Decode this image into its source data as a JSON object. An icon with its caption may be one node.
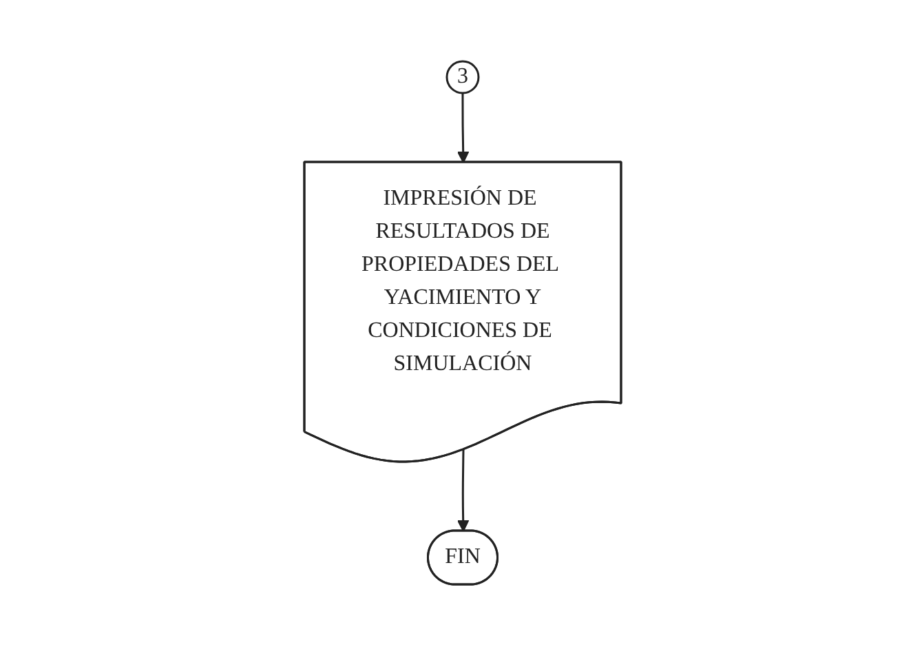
{
  "diagram": {
    "nodes": [
      {
        "text": [
          "3"
        ]
      },
      {
        "text": [
          "IMPRESIÓN DE RESULTADOS DE PROPIEDADES DEL YACIMIENTO Y CONDICIONES DE SIMULACIÓN"
        ]
      },
      {
        "text": [
          "FIN"
        ]
      }
    ],
    "edges": [
      {
        "from": 0,
        "to": 1,
        "arrow": "to"
      },
      {
        "from": 1,
        "to": 2,
        "arrow": "to"
      }
    ]
  }
}
